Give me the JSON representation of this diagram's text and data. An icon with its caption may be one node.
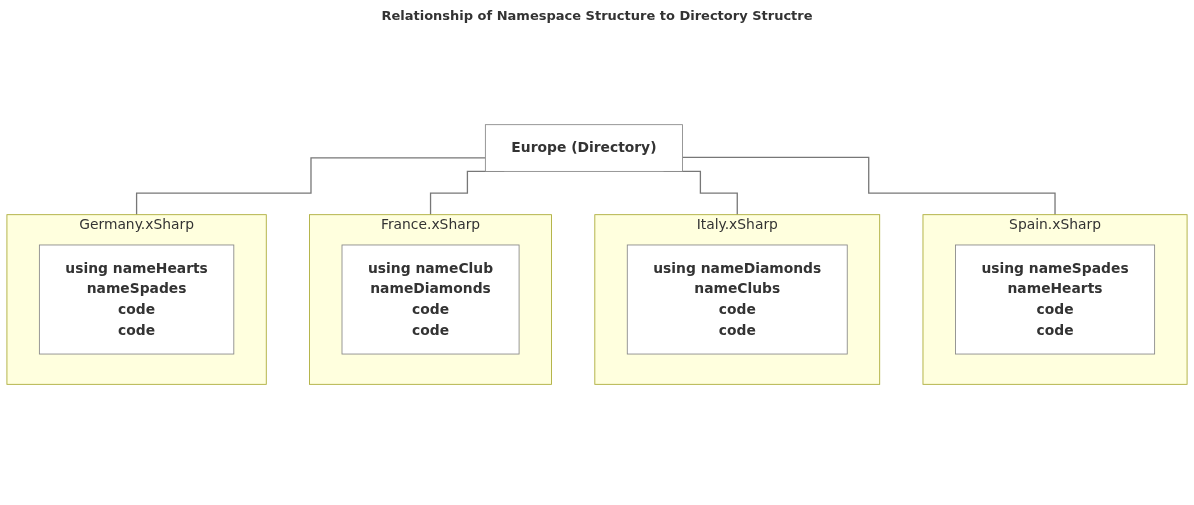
{
  "diagram": {
    "title": "Relationship of Namespace Structure to Directory Structre",
    "nodes": [
      {
        "text": [
          "Europe (Directory)"
        ]
      },
      {
        "text": [
          "Germany.xSharp"
        ]
      },
      {
        "text": [
          "using nameHearts",
          "nameSpades",
          "code",
          "code"
        ],
        "in": 1
      },
      {
        "text": [
          "France.xSharp"
        ]
      },
      {
        "text": [
          "using nameClub",
          "nameDiamonds",
          "code",
          "code"
        ],
        "in": 3
      },
      {
        "text": [
          "Italy.xSharp"
        ]
      },
      {
        "text": [
          "using nameDiamonds",
          "nameClubs",
          "code",
          "code"
        ],
        "in": 5
      },
      {
        "text": [
          "Spain.xSharp"
        ]
      },
      {
        "text": [
          "using nameSpades",
          "nameHearts",
          "code",
          "code"
        ],
        "in": 7
      }
    ],
    "edges": [
      {
        "from": 0,
        "to": 1,
        "arrow": "none"
      },
      {
        "from": 0,
        "to": 3,
        "arrow": "none"
      },
      {
        "from": 0,
        "to": 5,
        "arrow": "none"
      },
      {
        "from": 0,
        "to": 7,
        "arrow": "none"
      }
    ]
  }
}
